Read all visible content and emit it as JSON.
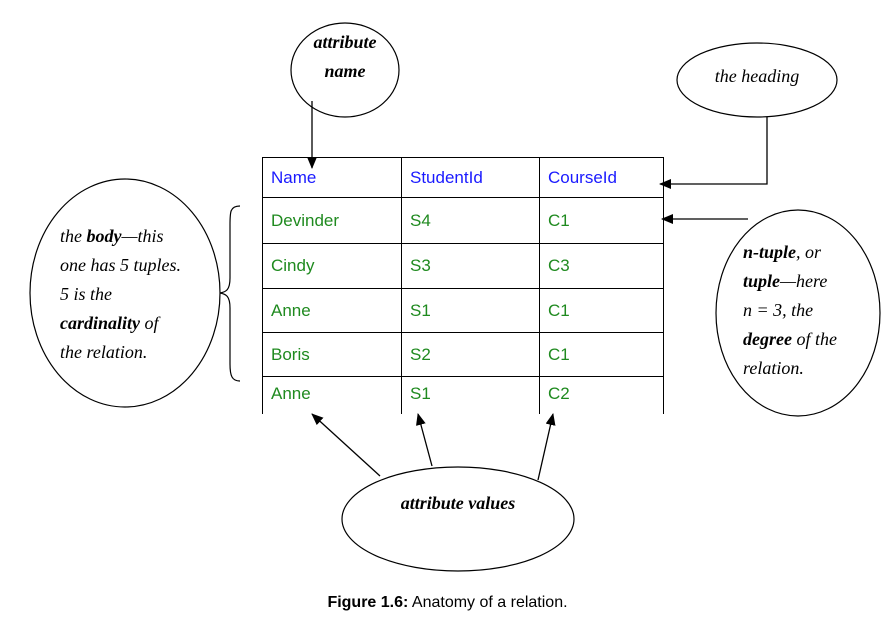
{
  "relation": {
    "headers": [
      "Name",
      "StudentId",
      "CourseId"
    ],
    "rows": [
      [
        "Devinder",
        "S4",
        "C1"
      ],
      [
        "Cindy",
        "S3",
        "C3"
      ],
      [
        "Anne",
        "S1",
        "C1"
      ],
      [
        "Boris",
        "S2",
        "C1"
      ],
      [
        "Anne",
        "S1",
        "C2"
      ]
    ]
  },
  "callouts": {
    "attribute_name": [
      "attribute",
      "name"
    ],
    "heading": "the heading",
    "body": {
      "t1": "the ",
      "b1": "body",
      "t2": "—this",
      "l2": "one has 5 tuples.",
      "l3": "5 is the",
      "b2": "cardinality",
      "t3": " of",
      "l5": "the relation."
    },
    "tuple": {
      "b1": "n-tuple",
      "t1": ", or",
      "b2": "tuple",
      "t2": "—here",
      "l3": "n = 3, the",
      "b3": "degree",
      "t3": " of the",
      "l5": "relation."
    },
    "attribute_values": "attribute values"
  },
  "caption": {
    "label": "Figure 1.6:",
    "text": " Anatomy of a relation."
  },
  "colors": {
    "header_text": "#1a1aff",
    "value_text": "#1f8a1f",
    "line": "#000000"
  }
}
